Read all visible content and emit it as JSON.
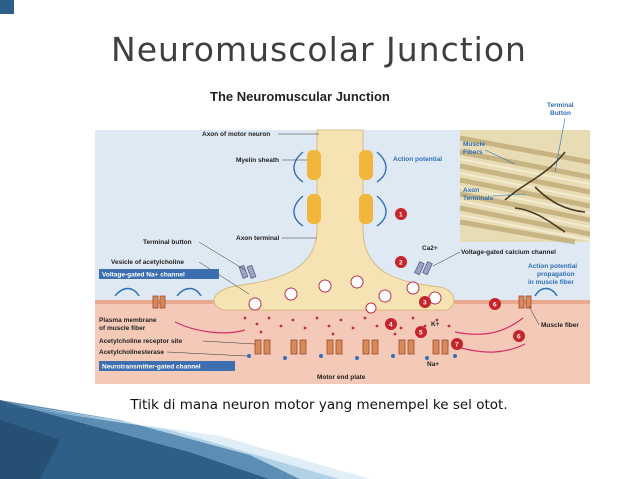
{
  "slide": {
    "title": "Neuromuscolar Junction",
    "caption": "Titik di mana neuron motor yang menempel ke sel otot."
  },
  "figure": {
    "title": "The Neuromuscular Junction",
    "labels": {
      "axon_of_motor_neuron": "Axon of motor neuron",
      "myelin_sheath": "Myelin sheath",
      "action_potential": "Action potential",
      "axon_terminal": "Axon terminal",
      "terminal_button": "Terminal button",
      "vesicle": "Vesicle of acetylcholine",
      "voltage_gated_na": "Voltage-gated Na+ channel",
      "plasma_membrane_1": "Plasma membrane",
      "plasma_membrane_2": "of muscle fiber",
      "ach_receptor_site": "Acetylcholine receptor site",
      "acetylcholinesterase": "Acetylcholinesterase",
      "neurotransmitter_gated": "Neurotransmitter-gated channel",
      "motor_end_plate": "Motor end plate",
      "ca": "Ca2+",
      "voltage_gated_ca": "Voltage-gated calcium channel",
      "ap_propagation_1": "Action potential",
      "ap_propagation_2": "propagation",
      "ap_propagation_3": "in muscle fiber",
      "muscle_fiber": "Muscle fiber",
      "k_ion": "K+",
      "na_ion": "Na+"
    },
    "inset": {
      "terminal_button_1": "Terminal",
      "terminal_button_2": "Button",
      "muscle_fibers_1": "Muscle",
      "muscle_fibers_2": "Fibers",
      "axon_terminals_1": "Axon",
      "axon_terminals_2": "Terminals"
    },
    "steps": [
      "1",
      "2",
      "3",
      "4",
      "5",
      "6",
      "7"
    ],
    "colors": {
      "step_badge": "#c8242b",
      "channel_blue": "#2e6fb8",
      "neuron": "#f6e3b4",
      "muscle": "#f4c9b8"
    }
  }
}
